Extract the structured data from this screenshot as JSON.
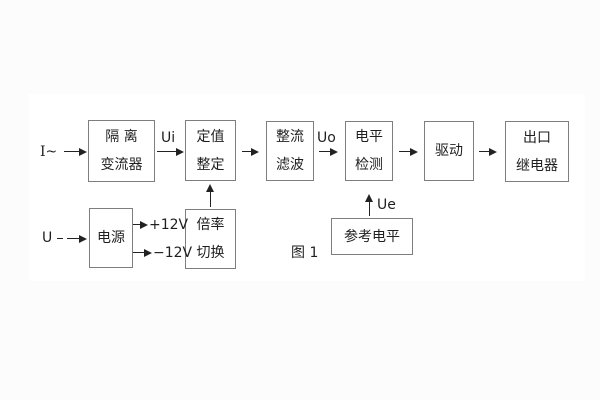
{
  "page": {
    "caption": "图 1",
    "background": "#fcfcfc",
    "canvas_background": "#ffffff"
  },
  "colors": {
    "box_border": "#7e7e7e",
    "line": "#222222",
    "text": "#1f1f1f"
  },
  "blocks": {
    "isolation_ct": {
      "line1": "隔 离",
      "line2": "变流器"
    },
    "value_setting": {
      "line1": "定值",
      "line2": "整定"
    },
    "rectify_filter": {
      "line1": "整流",
      "line2": "滤波"
    },
    "level_detect": {
      "line1": "电平",
      "line2": "检测"
    },
    "drive": {
      "line1": "驱动"
    },
    "output_relay": {
      "line1": "出口",
      "line2": "继电器"
    },
    "power": {
      "line1": "电源"
    },
    "ratio_switch": {
      "line1": "倍率",
      "line2": "切换"
    },
    "reference_level": {
      "line1": "参考电平"
    }
  },
  "signals": {
    "input_current": "I~",
    "input_voltage": "U",
    "ui": "Ui",
    "uo": "Uo",
    "ue": "Ue",
    "plus_12v": "+12V",
    "minus_12v": "−12V"
  }
}
